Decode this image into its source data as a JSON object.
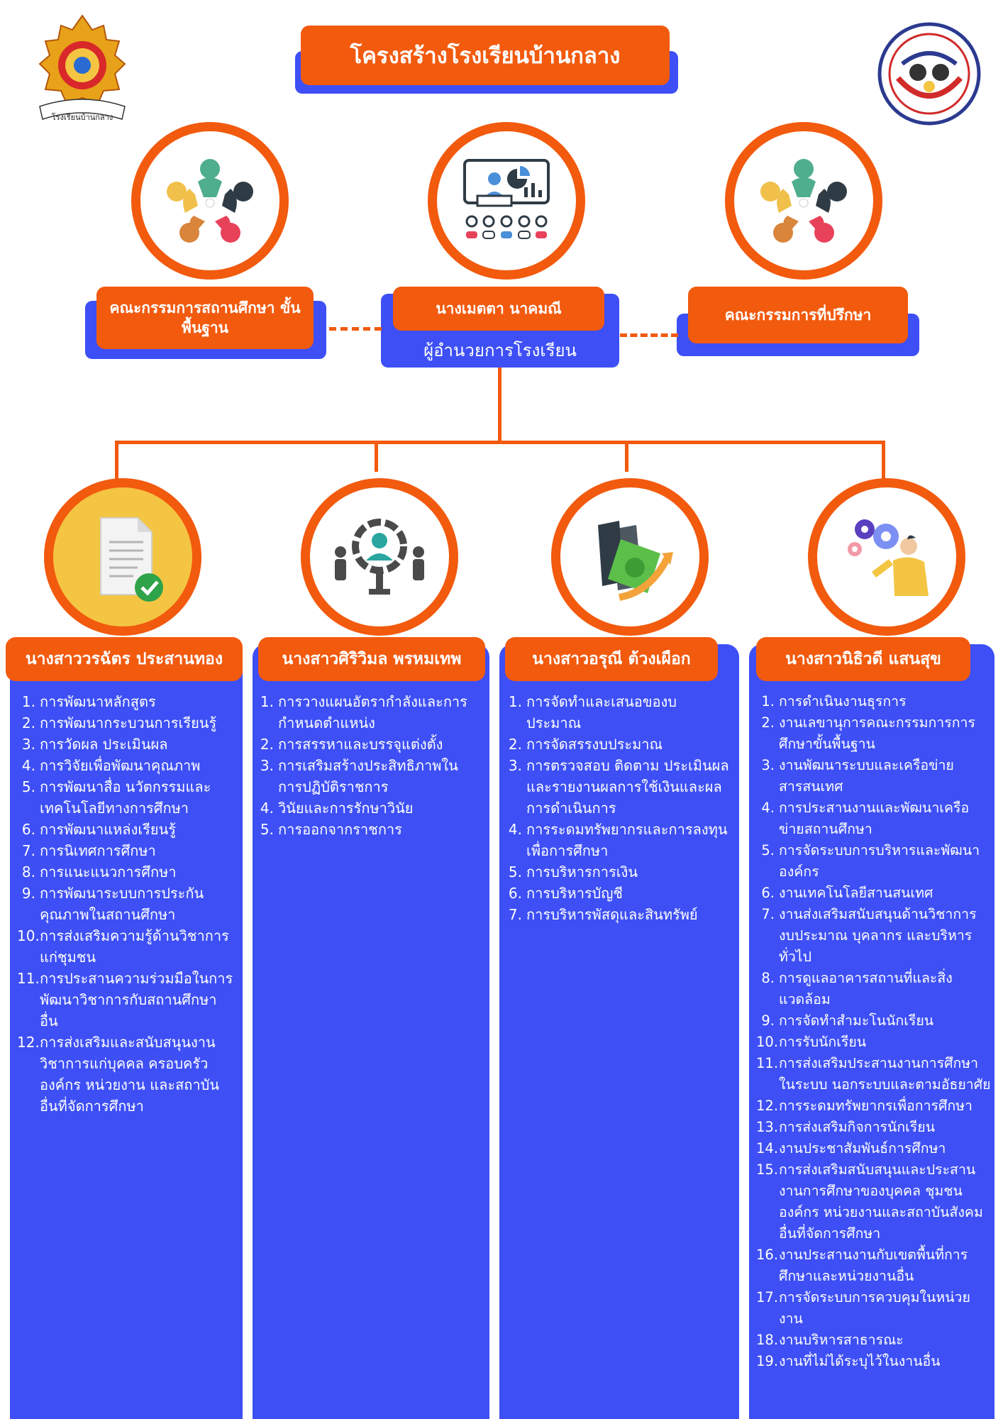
{
  "title": "โครงสร้างโรงเรียนบ้านกลาง",
  "logo_left": {
    "caption": "โรงเรียนบ้านกลาง"
  },
  "colors": {
    "orange": "#f25a0e",
    "blue": "#3d4ff5"
  },
  "top_boards": {
    "left": {
      "label": "คณะกรรมการสถานศึกษา ขั้นพื้นฐาน"
    },
    "center": {
      "name": "นางเมตตา  นาคมณี",
      "position": "ผู้อำนวยการโรงเรียน"
    },
    "right": {
      "label": "คณะกรรมการที่ปรึกษา"
    }
  },
  "icons": {
    "top_left": "teamwork-circle-icon",
    "top_center": "presentation-meeting-icon",
    "top_right": "teamwork-circle-icon",
    "dept1": "document-check-icon",
    "dept2": "people-network-icon",
    "dept3": "money-growth-icon",
    "dept4": "gears-person-icon"
  },
  "departments": [
    {
      "head": "นางสาววรฉัตร ประสานทอง",
      "items": [
        [
          "1.",
          "การพัฒนาหลักสูตร"
        ],
        [
          "2.",
          "การพัฒนากระบวนการเรียนรู้"
        ],
        [
          "3.",
          "การวัดผล ประเมินผล"
        ],
        [
          "4.",
          "การวิจัยเพื่อพัฒนาคุณภาพ"
        ],
        [
          "5.",
          "การพัฒนาสื่อ นวัตกรรมและเทคโนโลยีทางการศึกษา"
        ],
        [
          "6.",
          "การพัฒนาแหล่งเรียนรู้"
        ],
        [
          "7.",
          "การนิเทศการศึกษา"
        ],
        [
          "8.",
          "การแนะแนวการศึกษา"
        ],
        [
          "9.",
          "การพัฒนาระบบการประกันคุณภาพในสถานศึกษา"
        ],
        [
          "10.",
          "การส่งเสริมความรู้ด้านวิชาการแก่ชุมชน"
        ],
        [
          "11.",
          "การประสานความร่วมมือในการพัฒนาวิชาการกับสถานศึกษาอื่น"
        ],
        [
          "12.",
          "การส่งเสริมและสนับสนุนงานวิชาการแก่บุคคล ครอบครัว องค์กร หน่วยงาน และสถาบันอื่นที่จัดการศึกษา"
        ]
      ]
    },
    {
      "head": "นางสาวศิริวิมล  พรหมเทพ",
      "items": [
        [
          "1.",
          "การวางแผนอัตรากำลังและการกำหนดตำแหน่ง"
        ],
        [
          "2.",
          "การสรรหาและบรรจุแต่งตั้ง"
        ],
        [
          "3.",
          "การเสริมสร้างประสิทธิภาพในการปฏิบัติราชการ"
        ],
        [
          "4.",
          "วินัยและการรักษาวินัย"
        ],
        [
          "5.",
          "การออกจากราชการ"
        ]
      ]
    },
    {
      "head": "นางสาวอรุณี  ต้วงเผือก",
      "items": [
        [
          "1.",
          "การจัดทำและเสนอของบประมาณ"
        ],
        [
          "2.",
          "การจัดสรรงบประมาณ"
        ],
        [
          "3.",
          "การตรวจสอบ ติดตาม ประเมินผลและรายงานผลการใช้เงินและผลการดำเนินการ"
        ],
        [
          "4.",
          "การระดมทรัพยากรและการลงทุนเพื่อการศึกษา"
        ],
        [
          "5.",
          "การบริหารการเงิน"
        ],
        [
          "6.",
          "การบริหารบัญชี"
        ],
        [
          "7.",
          "การบริหารพัสดุและสินทรัพย์"
        ]
      ]
    },
    {
      "head": "นางสาวนิธิวดี  แสนสุข",
      "items": [
        [
          "1.",
          "การดำเนินงานธุรการ"
        ],
        [
          "2.",
          "งานเลขานุการคณะกรรมการการศึกษาขั้นพื้นฐาน"
        ],
        [
          "3.",
          "งานพัฒนาระบบและเครือข่ายสารสนเทศ"
        ],
        [
          "4.",
          "การประสานงานและพัฒนาเครือข่ายสถานศึกษา"
        ],
        [
          "5.",
          "การจัดระบบการบริหารและพัฒนาองค์กร"
        ],
        [
          "6.",
          "งานเทคโนโลยีสานสนเทศ"
        ],
        [
          "7.",
          "งานส่งเสริมสนับสนุนด้านวิชาการ งบประมาณ บุคลากร และบริหารทั่วไป"
        ],
        [
          "8.",
          "การดูแลอาคารสถานที่และสิ่งแวดล้อม"
        ],
        [
          "9.",
          "การจัดทำสำมะโนนักเรียน"
        ],
        [
          "10.",
          "การรับนักเรียน"
        ],
        [
          "11.",
          "การส่งเสริมประสานงานการศึกษาในระบบ นอกระบบและตามอัธยาศัย"
        ],
        [
          "12.",
          "การระดมทรัพยากรเพื่อการศึกษา"
        ],
        [
          "13.",
          "การส่งเสริมกิจการนักเรียน"
        ],
        [
          "14.",
          "งานประชาสัมพันธ์การศึกษา"
        ],
        [
          "15.",
          "การส่งเสริมสนับสนุนและประสานงานการศึกษาของบุคคล ชุมชน องค์กร หน่วยงานและสถาบันสังคมอื่นที่จัดการศึกษา"
        ],
        [
          "16.",
          "งานประสานงานกับเขตพื้นที่การศึกษาและหน่วยงานอื่น"
        ],
        [
          "17.",
          "การจัดระบบการควบคุมในหน่วยงาน"
        ],
        [
          "18.",
          "งานบริหารสาธารณะ"
        ],
        [
          "19.",
          "งานที่ไม่ได้ระบุไว้ในงานอื่น"
        ]
      ]
    }
  ]
}
